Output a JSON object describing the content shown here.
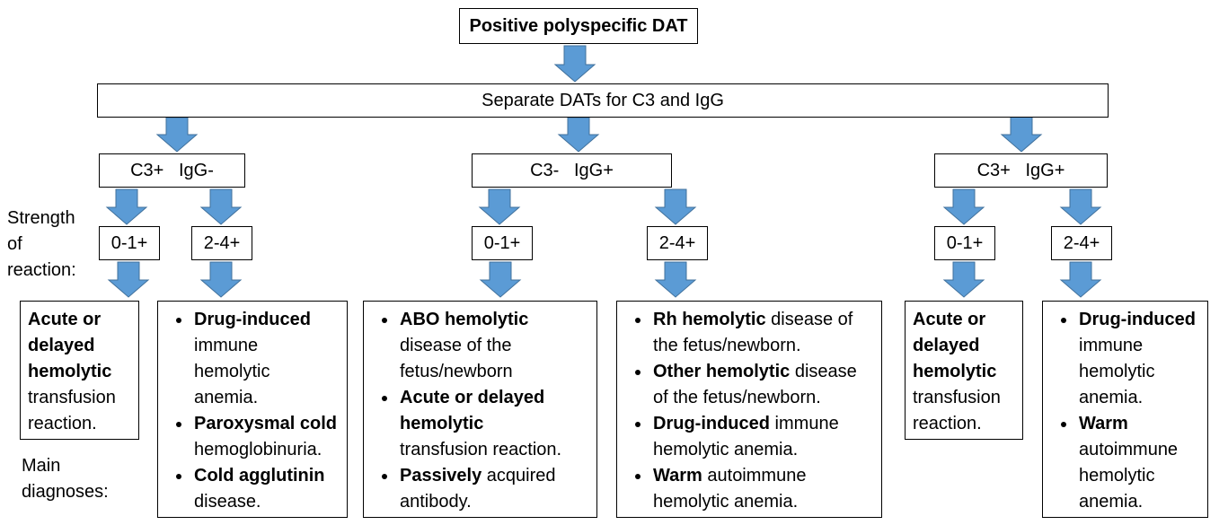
{
  "root": "Positive polyspecific DAT",
  "separate": "Separate DATs for C3 and IgG",
  "groups": [
    {
      "label_a": "C3+",
      "label_b": "IgG-"
    },
    {
      "label_a": "C3-",
      "label_b": "IgG+"
    },
    {
      "label_a": "C3+",
      "label_b": "IgG+"
    }
  ],
  "strengths": [
    "0-1+",
    "2-4+"
  ],
  "side_labels": {
    "strength": [
      "Strength",
      "of",
      "reaction:"
    ],
    "diagnoses": [
      "Main",
      "diagnoses:"
    ]
  },
  "diagnoses": [
    {
      "lines": [
        {
          "b": "Acute or"
        },
        {
          "b": "delayed"
        },
        {
          "b": "hemolytic"
        },
        {
          "n": "transfusion"
        },
        {
          "n": "reaction."
        }
      ]
    },
    {
      "items": [
        [
          {
            "b": "Drug-induced"
          },
          {
            "n": "immune"
          },
          {
            "n": "hemolytic"
          },
          {
            "n": "anemia."
          }
        ],
        [
          {
            "b": "Paroxysmal cold"
          },
          {
            "n": "hemoglobinuria."
          }
        ],
        [
          {
            "b": "Cold agglutinin"
          },
          {
            "n": "disease."
          }
        ]
      ]
    },
    {
      "items": [
        [
          {
            "b": "ABO hemolytic"
          },
          {
            "n": "disease of the"
          },
          {
            "n": "fetus/newborn"
          }
        ],
        [
          {
            "b": "Acute or delayed"
          },
          {
            "b": "hemolytic"
          },
          {
            "n": "transfusion reaction."
          }
        ],
        [
          {
            "b": "Passively",
            "n": " acquired"
          },
          {
            "n": "antibody."
          }
        ]
      ]
    },
    {
      "items": [
        [
          {
            "b": "Rh hemolytic",
            "n": " disease of"
          },
          {
            "n": "the fetus/newborn."
          }
        ],
        [
          {
            "b": "Other hemolytic",
            "n": " disease"
          },
          {
            "n": "of the fetus/newborn."
          }
        ],
        [
          {
            "b": "Drug-induced",
            "n": " immune"
          },
          {
            "n": "hemolytic anemia."
          }
        ],
        [
          {
            "b": "Warm",
            "n": " autoimmune"
          },
          {
            "n": "hemolytic anemia."
          }
        ]
      ]
    },
    {
      "lines": [
        {
          "b": "Acute or"
        },
        {
          "b": "delayed"
        },
        {
          "b": "hemolytic"
        },
        {
          "n": "transfusion"
        },
        {
          "n": "reaction."
        }
      ]
    },
    {
      "items": [
        [
          {
            "b": "Drug-induced"
          },
          {
            "n": "immune"
          },
          {
            "n": "hemolytic"
          },
          {
            "n": "anemia."
          }
        ],
        [
          {
            "b": "Warm"
          },
          {
            "n": "autoimmune"
          },
          {
            "n": "hemolytic"
          },
          {
            "n": "anemia."
          }
        ]
      ]
    }
  ],
  "colors": {
    "arrow": "#5b9bd5",
    "arrow_stroke": "#41719c"
  }
}
